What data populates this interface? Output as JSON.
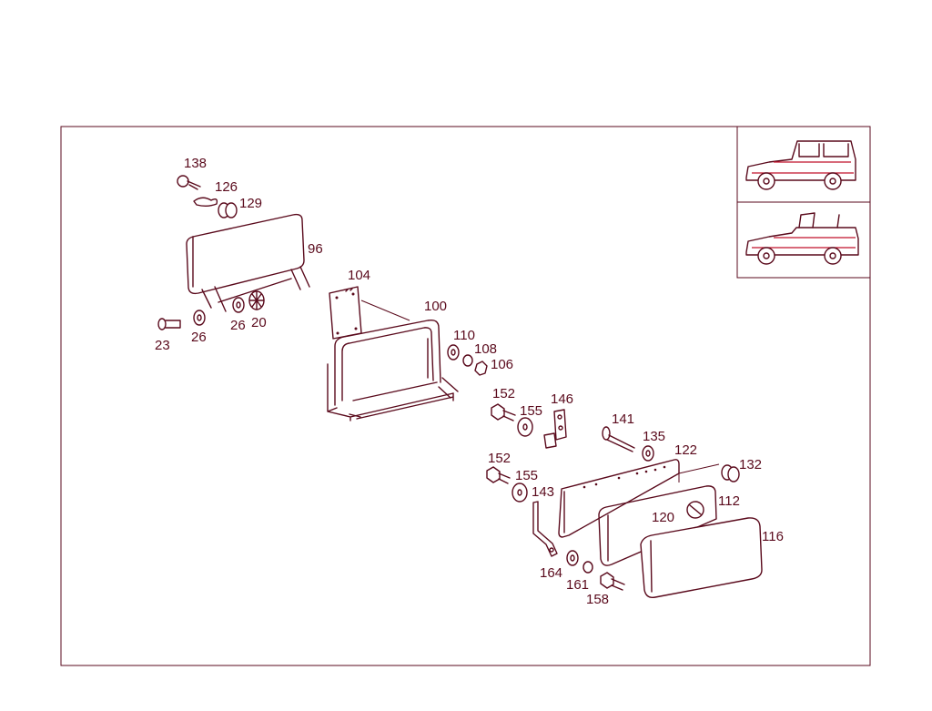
{
  "labels": {
    "l138": "138",
    "l126": "126",
    "l129": "129",
    "l96": "96",
    "l104": "104",
    "l100": "100",
    "l23": "23",
    "l26a": "26",
    "l26b": "26",
    "l20": "20",
    "l110": "110",
    "l108": "108",
    "l106": "106",
    "l152a": "152",
    "l155a": "155",
    "l146": "146",
    "l141": "141",
    "l135": "135",
    "l122": "122",
    "l132": "132",
    "l152b": "152",
    "l155b": "155",
    "l143": "143",
    "l112": "112",
    "l120": "120",
    "l116": "116",
    "l164": "164",
    "l161": "161",
    "l158": "158"
  },
  "colors": {
    "line": "#5a0a1c",
    "accent": "#c0102a"
  }
}
